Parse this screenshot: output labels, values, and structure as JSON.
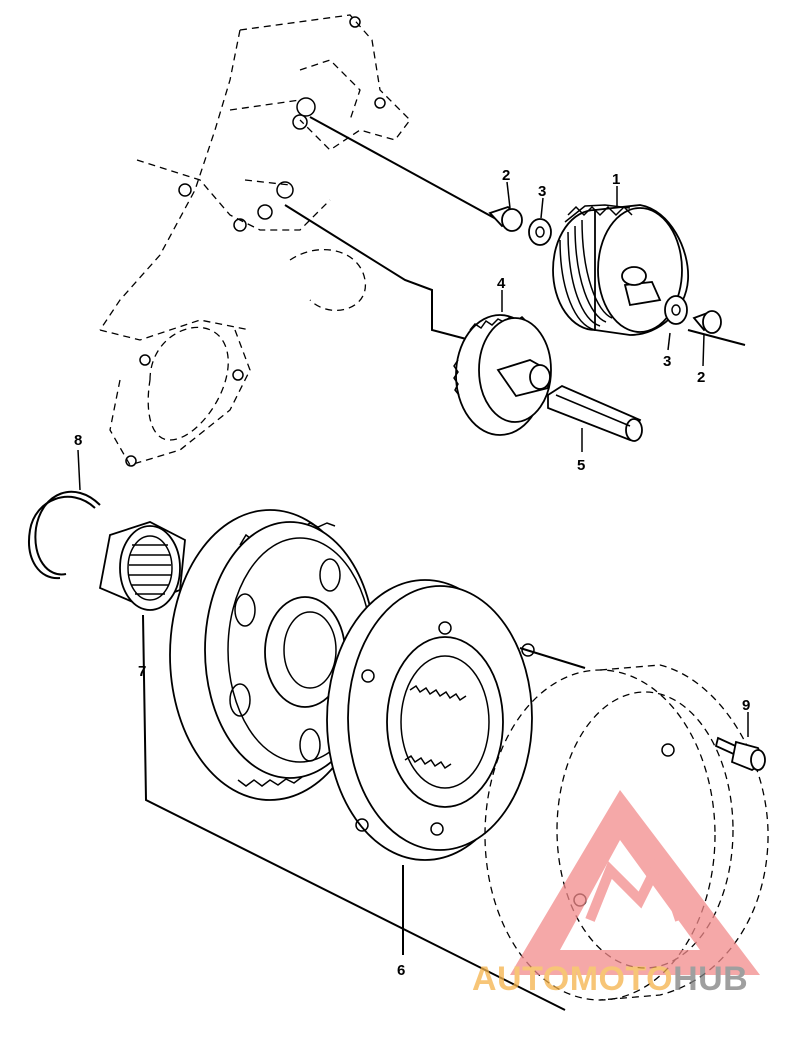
{
  "diagram": {
    "callouts": [
      {
        "id": "c1",
        "text": "1"
      },
      {
        "id": "c2a",
        "text": "2"
      },
      {
        "id": "c3a",
        "text": "3"
      },
      {
        "id": "c4",
        "text": "4"
      },
      {
        "id": "c3b",
        "text": "3"
      },
      {
        "id": "c2b",
        "text": "2"
      },
      {
        "id": "c5",
        "text": "5"
      },
      {
        "id": "c8",
        "text": "8"
      },
      {
        "id": "c7",
        "text": "7"
      },
      {
        "id": "c9",
        "text": "9"
      },
      {
        "id": "c6",
        "text": "6"
      }
    ]
  },
  "watermark": {
    "brand_part1": "AUTOMOTO",
    "brand_part2": "HUB",
    "colors": {
      "accent": "#f28b8b",
      "orange": "#f5b24a",
      "gray": "#808080"
    }
  }
}
